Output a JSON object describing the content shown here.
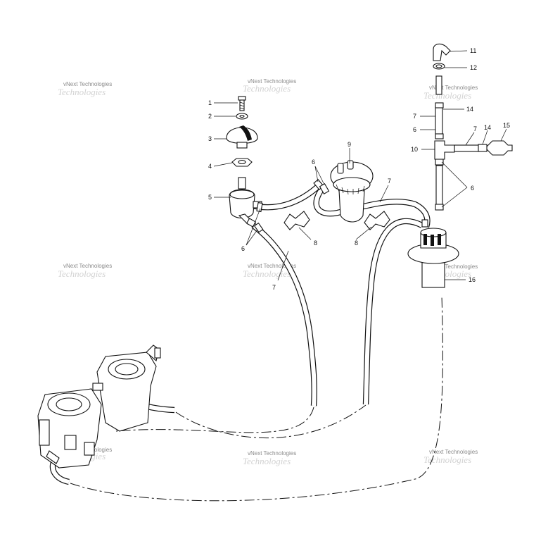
{
  "watermark": {
    "text": "vNext Technologies",
    "ghost": "Technologies"
  },
  "callouts": [
    {
      "id": "c1",
      "text": "1"
    },
    {
      "id": "c2",
      "text": "2"
    },
    {
      "id": "c3",
      "text": "3"
    },
    {
      "id": "c4",
      "text": "4"
    },
    {
      "id": "c5",
      "text": "5"
    },
    {
      "id": "c6a",
      "text": "6"
    },
    {
      "id": "c6b",
      "text": "6"
    },
    {
      "id": "c6c",
      "text": "6"
    },
    {
      "id": "c6d",
      "text": "6"
    },
    {
      "id": "c7a",
      "text": "7"
    },
    {
      "id": "c7b",
      "text": "7"
    },
    {
      "id": "c7c",
      "text": "7"
    },
    {
      "id": "c7d",
      "text": "7"
    },
    {
      "id": "c8a",
      "text": "8"
    },
    {
      "id": "c8b",
      "text": "8"
    },
    {
      "id": "c9",
      "text": "9"
    },
    {
      "id": "c10",
      "text": "10"
    },
    {
      "id": "c11",
      "text": "11"
    },
    {
      "id": "c12",
      "text": "12"
    },
    {
      "id": "c14a",
      "text": "14"
    },
    {
      "id": "c14b",
      "text": "14"
    },
    {
      "id": "c15",
      "text": "15"
    },
    {
      "id": "c16",
      "text": "16"
    }
  ]
}
